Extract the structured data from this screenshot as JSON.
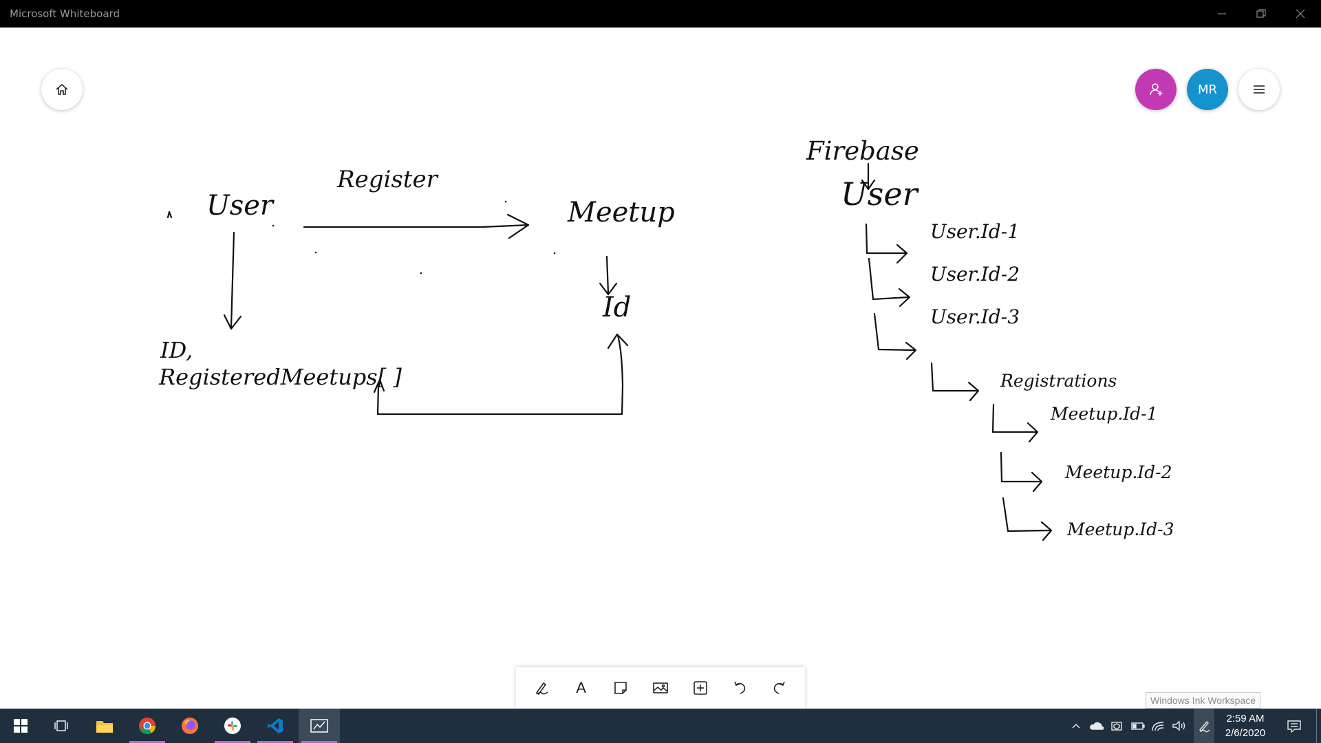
{
  "window": {
    "title": "Microsoft Whiteboard"
  },
  "header": {
    "avatar_initials": "MR"
  },
  "colors": {
    "invite": "#c239b3",
    "avatar": "#1493cf",
    "taskbar": "#1f2f3e",
    "active_indicator": "#ca5fcc"
  },
  "icons": {
    "home": "home-icon",
    "invite": "add-person-icon",
    "menu": "hamburger-menu-icon",
    "pen": "pen-icon",
    "text": "text-icon",
    "note": "sticky-note-icon",
    "image": "image-icon",
    "insert": "insert-plus-icon",
    "undo": "undo-icon",
    "redo": "redo-icon"
  },
  "toolbar": {
    "text_glyph": "A"
  },
  "whiteboard": {
    "left": {
      "user": "User",
      "register": "Register",
      "meetup": "Meetup",
      "id": "Id",
      "fields_line1": "ID,",
      "fields_line2": "RegisteredMeetups[ ]"
    },
    "right": {
      "firebase": "Firebase",
      "user": "User",
      "user_ids": [
        "User.Id-1",
        "User.Id-2",
        "User.Id-3"
      ],
      "registrations": "Registrations",
      "meetup_ids": [
        "Meetup.Id-1",
        "Meetup.Id-2",
        "Meetup.Id-3"
      ]
    }
  },
  "tooltip": "Windows Ink Workspace",
  "taskbar": {
    "apps": [
      "start-icon",
      "task-view-icon",
      "file-explorer-icon",
      "chrome-icon",
      "firefox-icon",
      "slack-icon",
      "vscode-icon",
      "whiteboard-icon"
    ],
    "time": "2:59 AM",
    "date": "2/6/2020"
  }
}
